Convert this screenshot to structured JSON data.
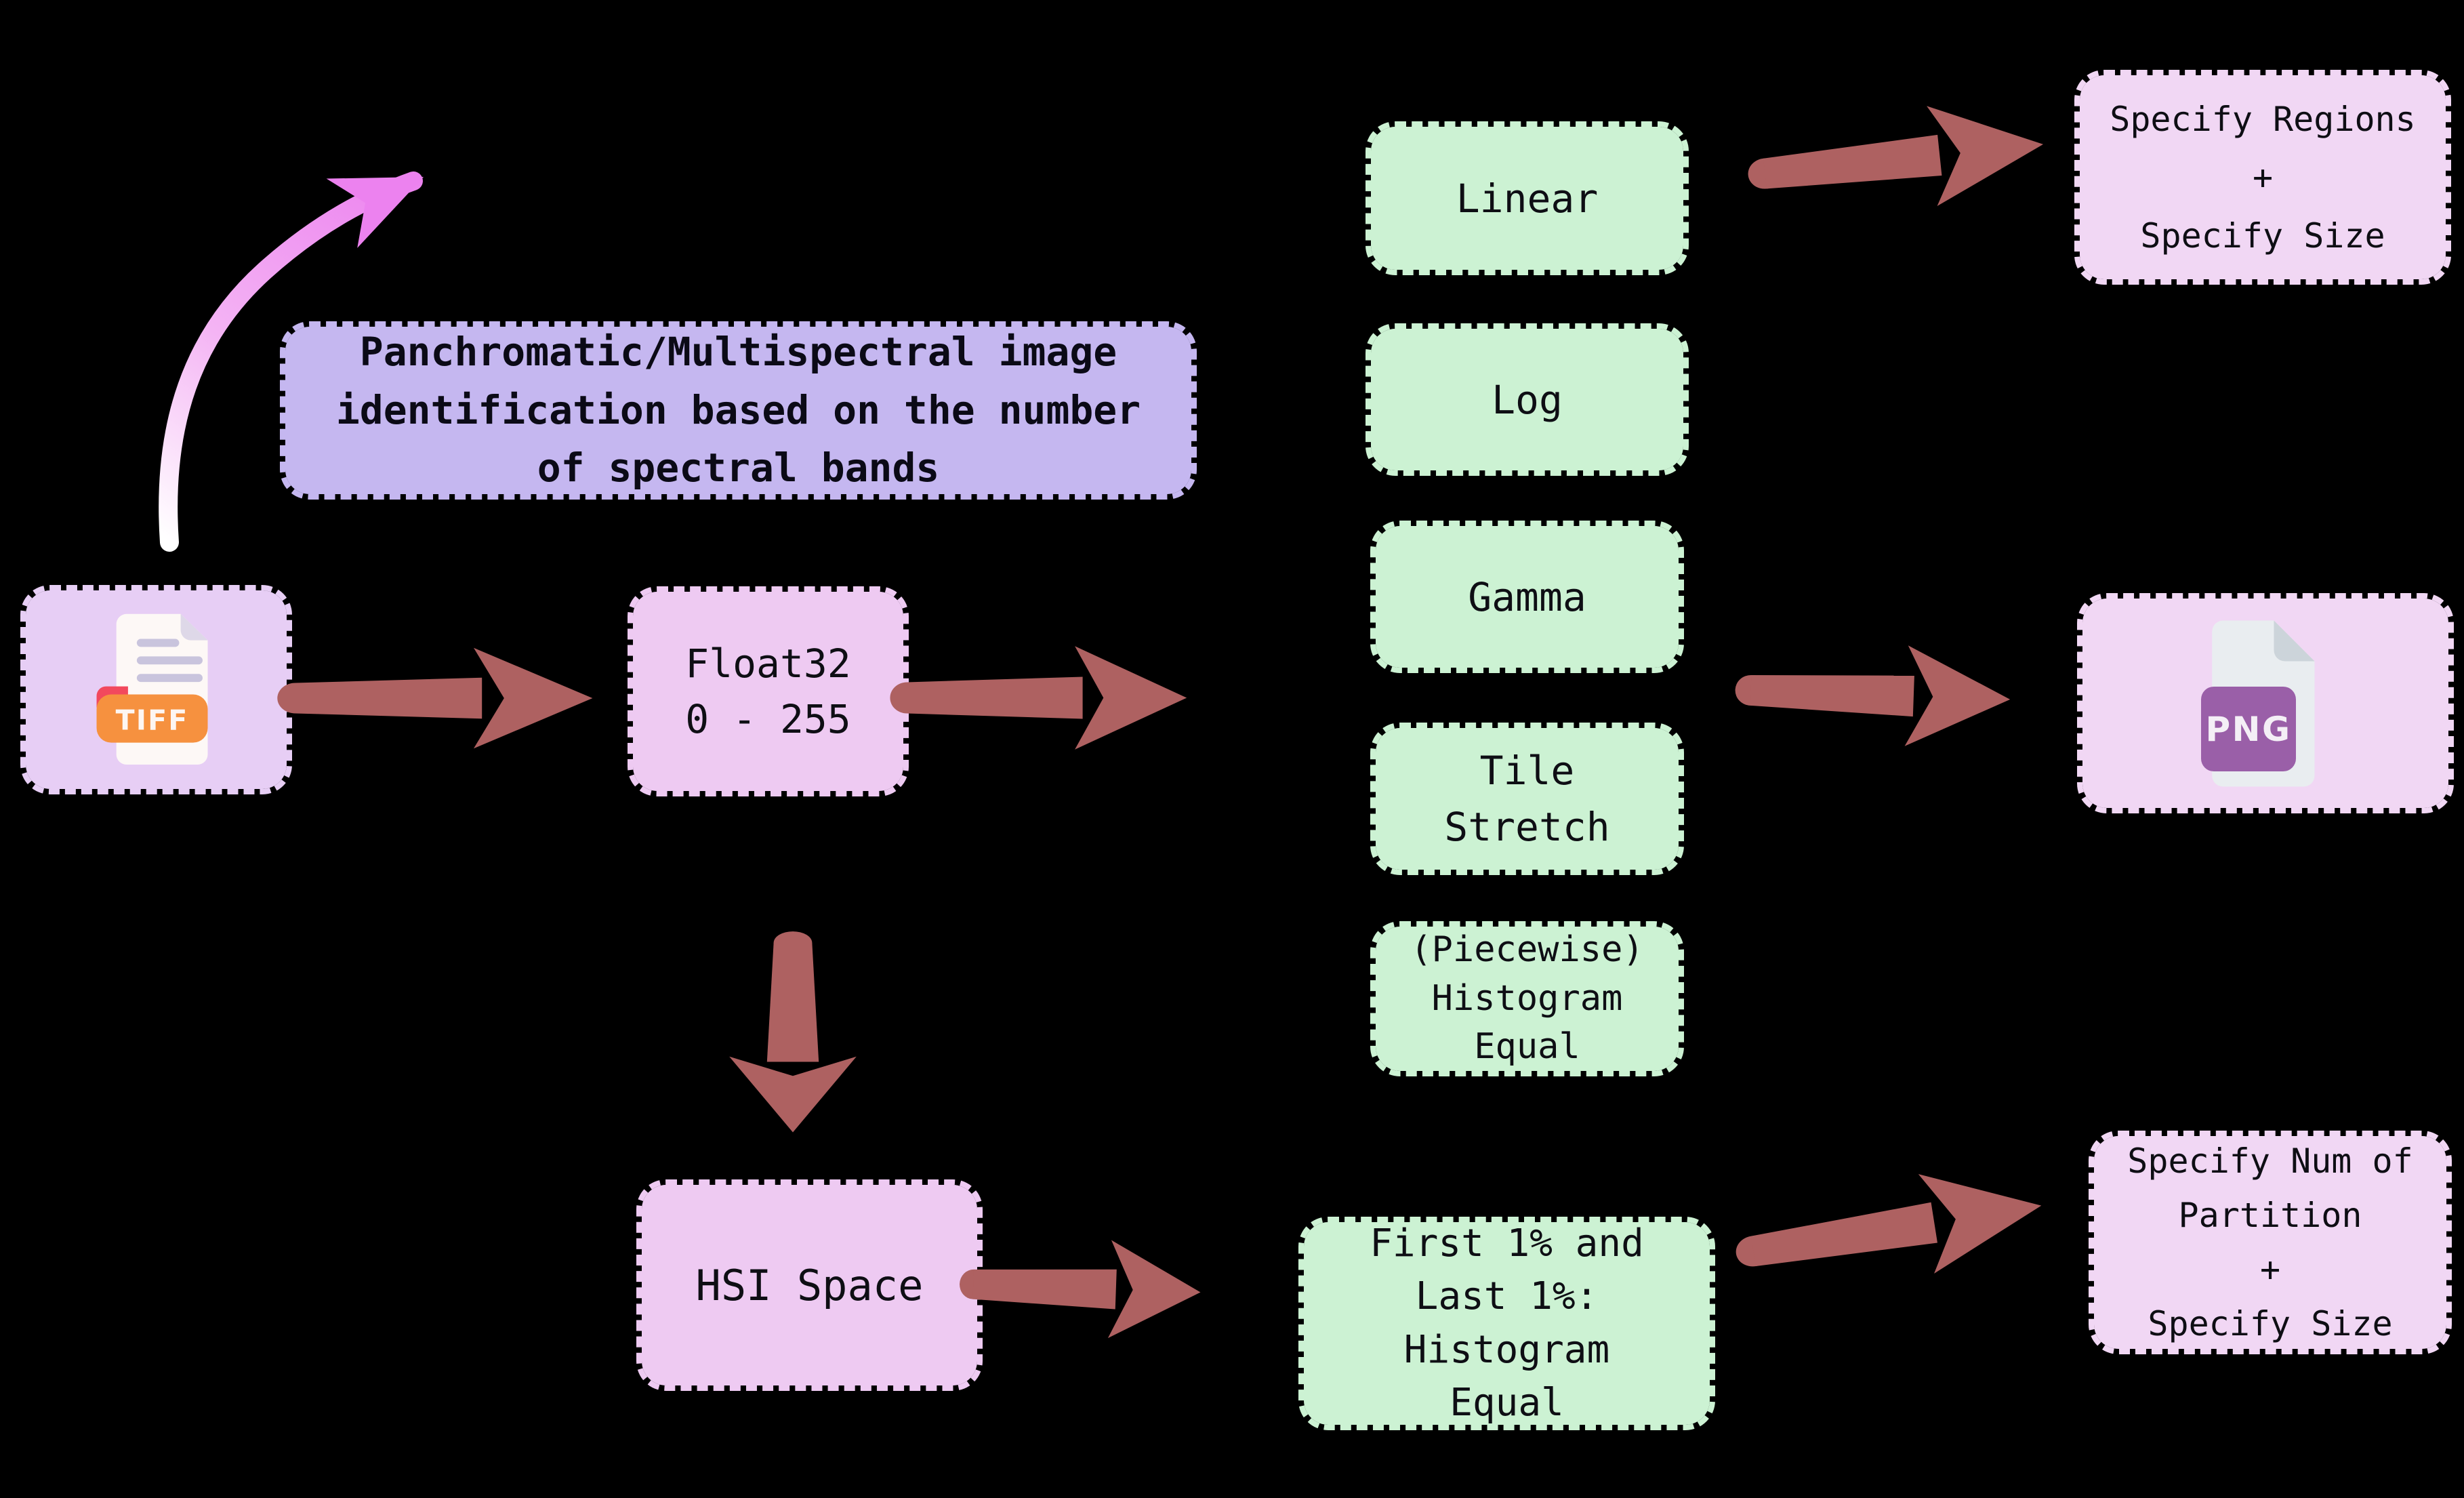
{
  "title": "TIFF to PNG image stretching flowchart",
  "background": "#000000",
  "colors": {
    "node_green": "#ccf2d3",
    "node_pink": "#eecaf2",
    "node_lavender": "#e7cef5",
    "node_pale_pink": "#f1d7f4",
    "banner_purple": "#c5b7f0",
    "arrow_brown": "#ae6161",
    "arrow_pink_gradient_start": "#ffffff",
    "arrow_pink_gradient_end": "#ec82ef",
    "text": "#0e0e14",
    "tiff_badge_orange": "#f6913f",
    "tiff_tab_red": "#f2495d",
    "png_badge_purple": "#9a5fa8"
  },
  "banner": {
    "lines": [
      "Panchromatic/Multispectral image",
      "identification based on the number",
      "of spectral bands"
    ]
  },
  "nodes": {
    "tiff_file": {
      "badge": "TIFF"
    },
    "float32": {
      "lines": [
        "Float32",
        "0 - 255"
      ]
    },
    "hsi_space": {
      "label": "HSI Space"
    },
    "linear": {
      "label": "Linear"
    },
    "log": {
      "label": "Log"
    },
    "gamma": {
      "label": "Gamma"
    },
    "tile_stretch": {
      "lines": [
        "Tile",
        "Stretch"
      ]
    },
    "piecewise_histogram_equal": {
      "lines": [
        "(Piecewise)",
        "Histogram",
        "Equal"
      ]
    },
    "first_last_histogram_equal": {
      "lines": [
        "First 1% and",
        "Last 1%:",
        "Histogram",
        "Equal"
      ]
    },
    "specify_regions": {
      "lines": [
        "Specify Regions",
        "+",
        "Specify Size"
      ]
    },
    "specify_partition": {
      "lines": [
        "Specify Num of",
        "Partition",
        "+",
        "Specify Size"
      ]
    },
    "png_file": {
      "badge": "PNG"
    }
  }
}
